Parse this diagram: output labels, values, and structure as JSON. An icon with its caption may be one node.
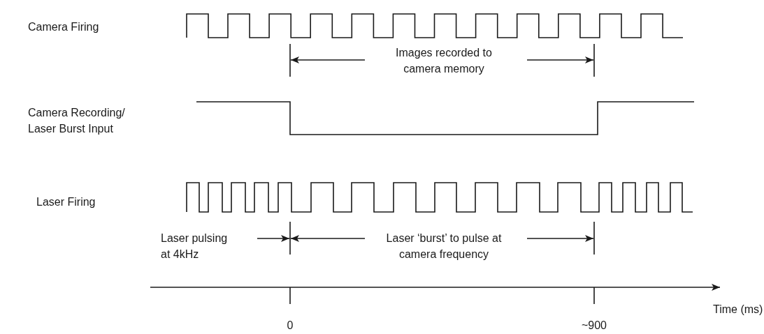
{
  "diagram": {
    "labels": [
      "Camera Firing",
      "Images recorded to camera memory",
      "Camera Recording/ Laser Burst Input",
      "Laser Firing",
      "Laser pulsing at 4kHz",
      "Laser ‘burst’ to pulse at camera frequency",
      "Time (ms)",
      "0",
      "~900"
    ]
  }
}
